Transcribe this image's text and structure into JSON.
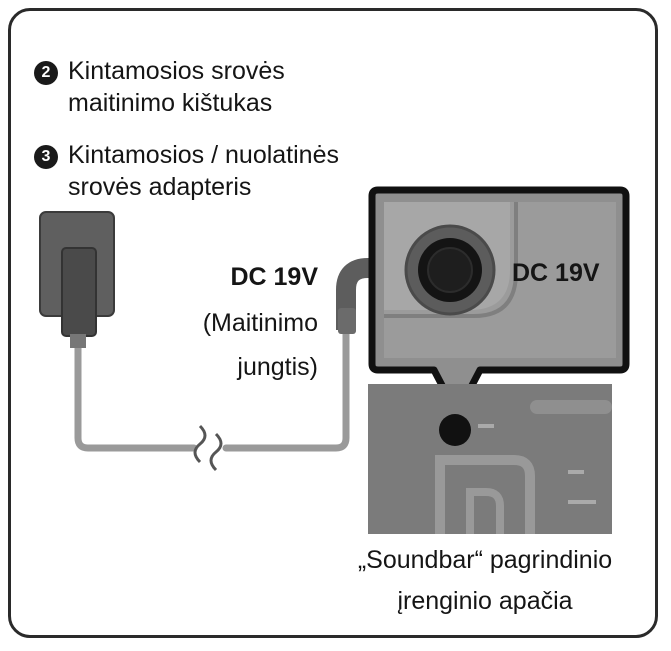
{
  "items": [
    {
      "number": "2",
      "line1": "Kintamosios srovės",
      "line2": "maitinimo kištukas"
    },
    {
      "number": "3",
      "line1": "Kintamosios / nuolatinės",
      "line2": "srovės adapteris"
    }
  ],
  "connector": {
    "line1": "DC 19V",
    "line2": "(Maitinimo",
    "line3": "jungtis)"
  },
  "port_label": "DC 19V",
  "caption": {
    "line1": "„Soundbar“ pagrindinio",
    "line2": "įrenginio apačia"
  }
}
